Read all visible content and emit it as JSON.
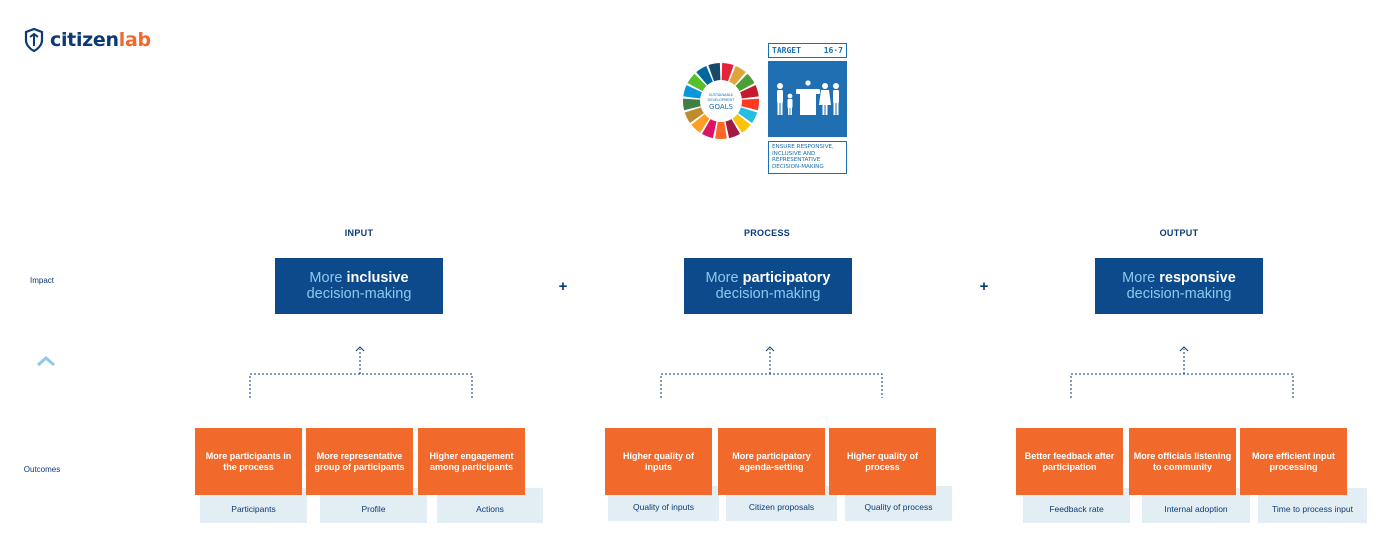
{
  "brand": {
    "name_part1": "citizen",
    "name_part2": "lab",
    "primary_color": "#0b3a75",
    "accent_color": "#f26a2b",
    "icon": "shield-logo-icon"
  },
  "sdg": {
    "wheel_label": [
      "SUSTAINABLE",
      "DEVELOPMENT",
      "GOALS"
    ],
    "target_label": "TARGET",
    "target_number": "16·7",
    "target_description": "ENSURE RESPONSIVE, INCLUSIVE AND REPRESENTATIVE DECISION-MAKING",
    "target_icon": "people-podium-icon",
    "target_color": "#1f6fb2"
  },
  "rows": {
    "impact": "Impact",
    "outcomes": "Outcomes"
  },
  "columns": [
    {
      "title": "INPUT",
      "impact_light": "More ",
      "impact_bold": "inclusive",
      "impact_line2": "decision-making",
      "outcomes": [
        {
          "label": "More participants in the process",
          "metric": "Participants"
        },
        {
          "label": "More representative group of participants",
          "metric": "Profile"
        },
        {
          "label": "Higher engagement among participants",
          "metric": "Actions"
        }
      ]
    },
    {
      "title": "PROCESS",
      "impact_light": "More ",
      "impact_bold": "participatory",
      "impact_line2": "decision-making",
      "outcomes": [
        {
          "label": "Higher quality of inputs",
          "metric": "Quality of inputs"
        },
        {
          "label": "More participatory agenda-setting",
          "metric": "Citizen proposals"
        },
        {
          "label": "Higher quality of process",
          "metric": "Quality of process"
        }
      ]
    },
    {
      "title": "OUTPUT",
      "impact_light": "More ",
      "impact_bold": "responsive",
      "impact_line2": "decision-making",
      "outcomes": [
        {
          "label": "Better feedback after participation",
          "metric": "Feedback rate"
        },
        {
          "label": "More officials listening to community",
          "metric": "Internal adoption"
        },
        {
          "label": "More efficient input processing",
          "metric": "Time to process input"
        }
      ]
    }
  ],
  "operators": [
    "+",
    "+"
  ],
  "colors": {
    "impact_box": "#0d4a8c",
    "impact_light_text": "#8ec8ec",
    "outcome_box": "#f26a2b",
    "metric_box": "#e3eef4"
  }
}
